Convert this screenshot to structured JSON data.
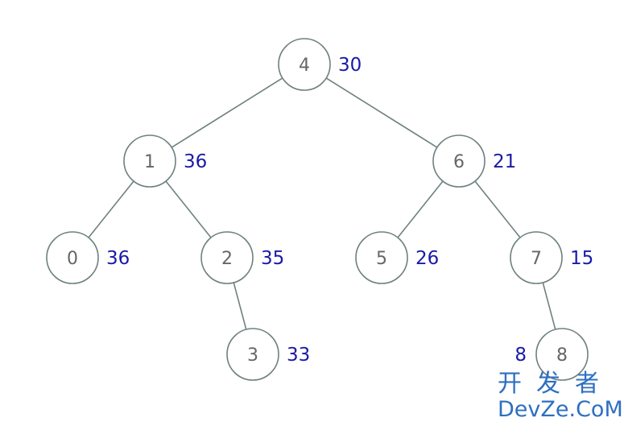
{
  "tree": {
    "nodes": [
      {
        "id": "4",
        "value": "30",
        "parent": null
      },
      {
        "id": "1",
        "value": "36",
        "parent": "4"
      },
      {
        "id": "6",
        "value": "21",
        "parent": "4"
      },
      {
        "id": "0",
        "value": "36",
        "parent": "1"
      },
      {
        "id": "2",
        "value": "35",
        "parent": "1"
      },
      {
        "id": "5",
        "value": "26",
        "parent": "6"
      },
      {
        "id": "7",
        "value": "15",
        "parent": "6"
      },
      {
        "id": "3",
        "value": "33",
        "parent": "2"
      },
      {
        "id": "8",
        "value": "8",
        "parent": "7"
      }
    ],
    "colors": {
      "edge": "#6f8080",
      "node_stroke": "#6f8080",
      "value": "#1a1aa8"
    }
  },
  "watermark": {
    "chinese": "开发者",
    "english": "DevZe.CoM"
  }
}
